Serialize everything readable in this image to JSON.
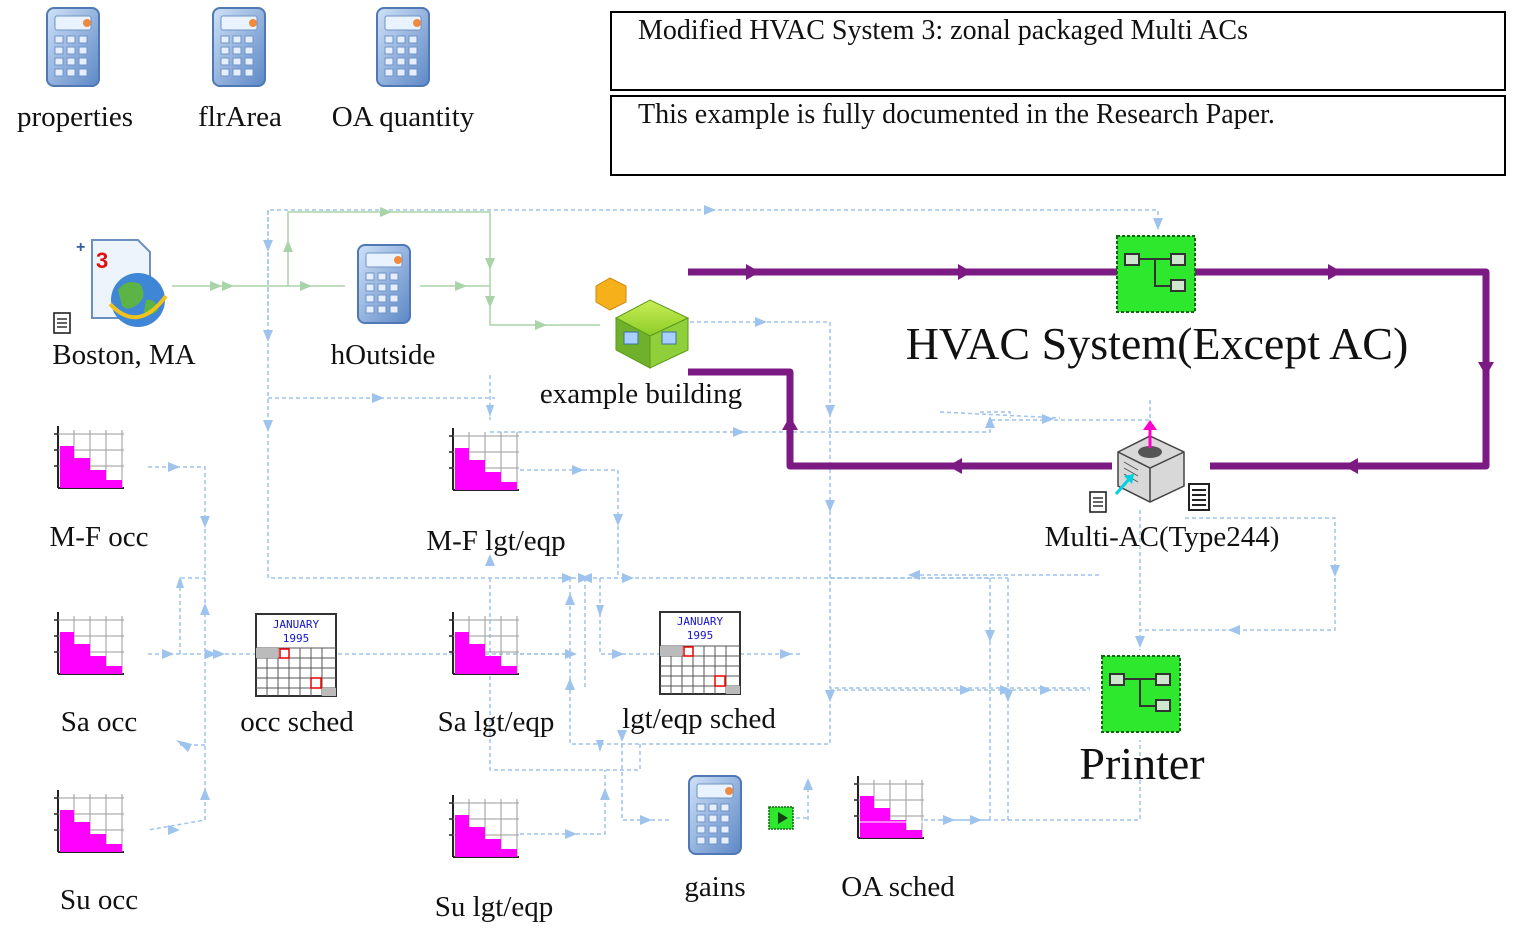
{
  "notes": {
    "title": "Modified HVAC System 3: zonal packaged Multi ACs",
    "info": "This example is fully documented in the Research Paper."
  },
  "components": {
    "properties": "properties",
    "flrArea": "flrArea",
    "oa_quantity": "OA quantity",
    "weather": "Boston, MA",
    "h_outside": "hOutside",
    "building": "example building",
    "hvac_system": "HVAC System(Except AC)",
    "multi_ac": "Multi-AC(Type244)",
    "printer": "Printer",
    "mf_occ": "M-F occ",
    "sa_occ": "Sa occ",
    "su_occ": "Su occ",
    "occ_sched": "occ sched",
    "mf_lgt": "M-F lgt/eqp",
    "sa_lgt": "Sa lgt/eqp",
    "su_lgt": "Su lgt/eqp",
    "lgt_sched": "lgt/eqp sched",
    "gains": "gains",
    "oa_sched": "OA sched"
  },
  "calendar": {
    "month": "JANUARY",
    "year": "1995"
  },
  "weather_icon_badge": "3",
  "colors": {
    "loop": "#7a1a82",
    "link": "#9ec3ec",
    "weather_link": "#a9d4a9",
    "macro": "#2ee82e",
    "histogram": "#ff00ff"
  }
}
